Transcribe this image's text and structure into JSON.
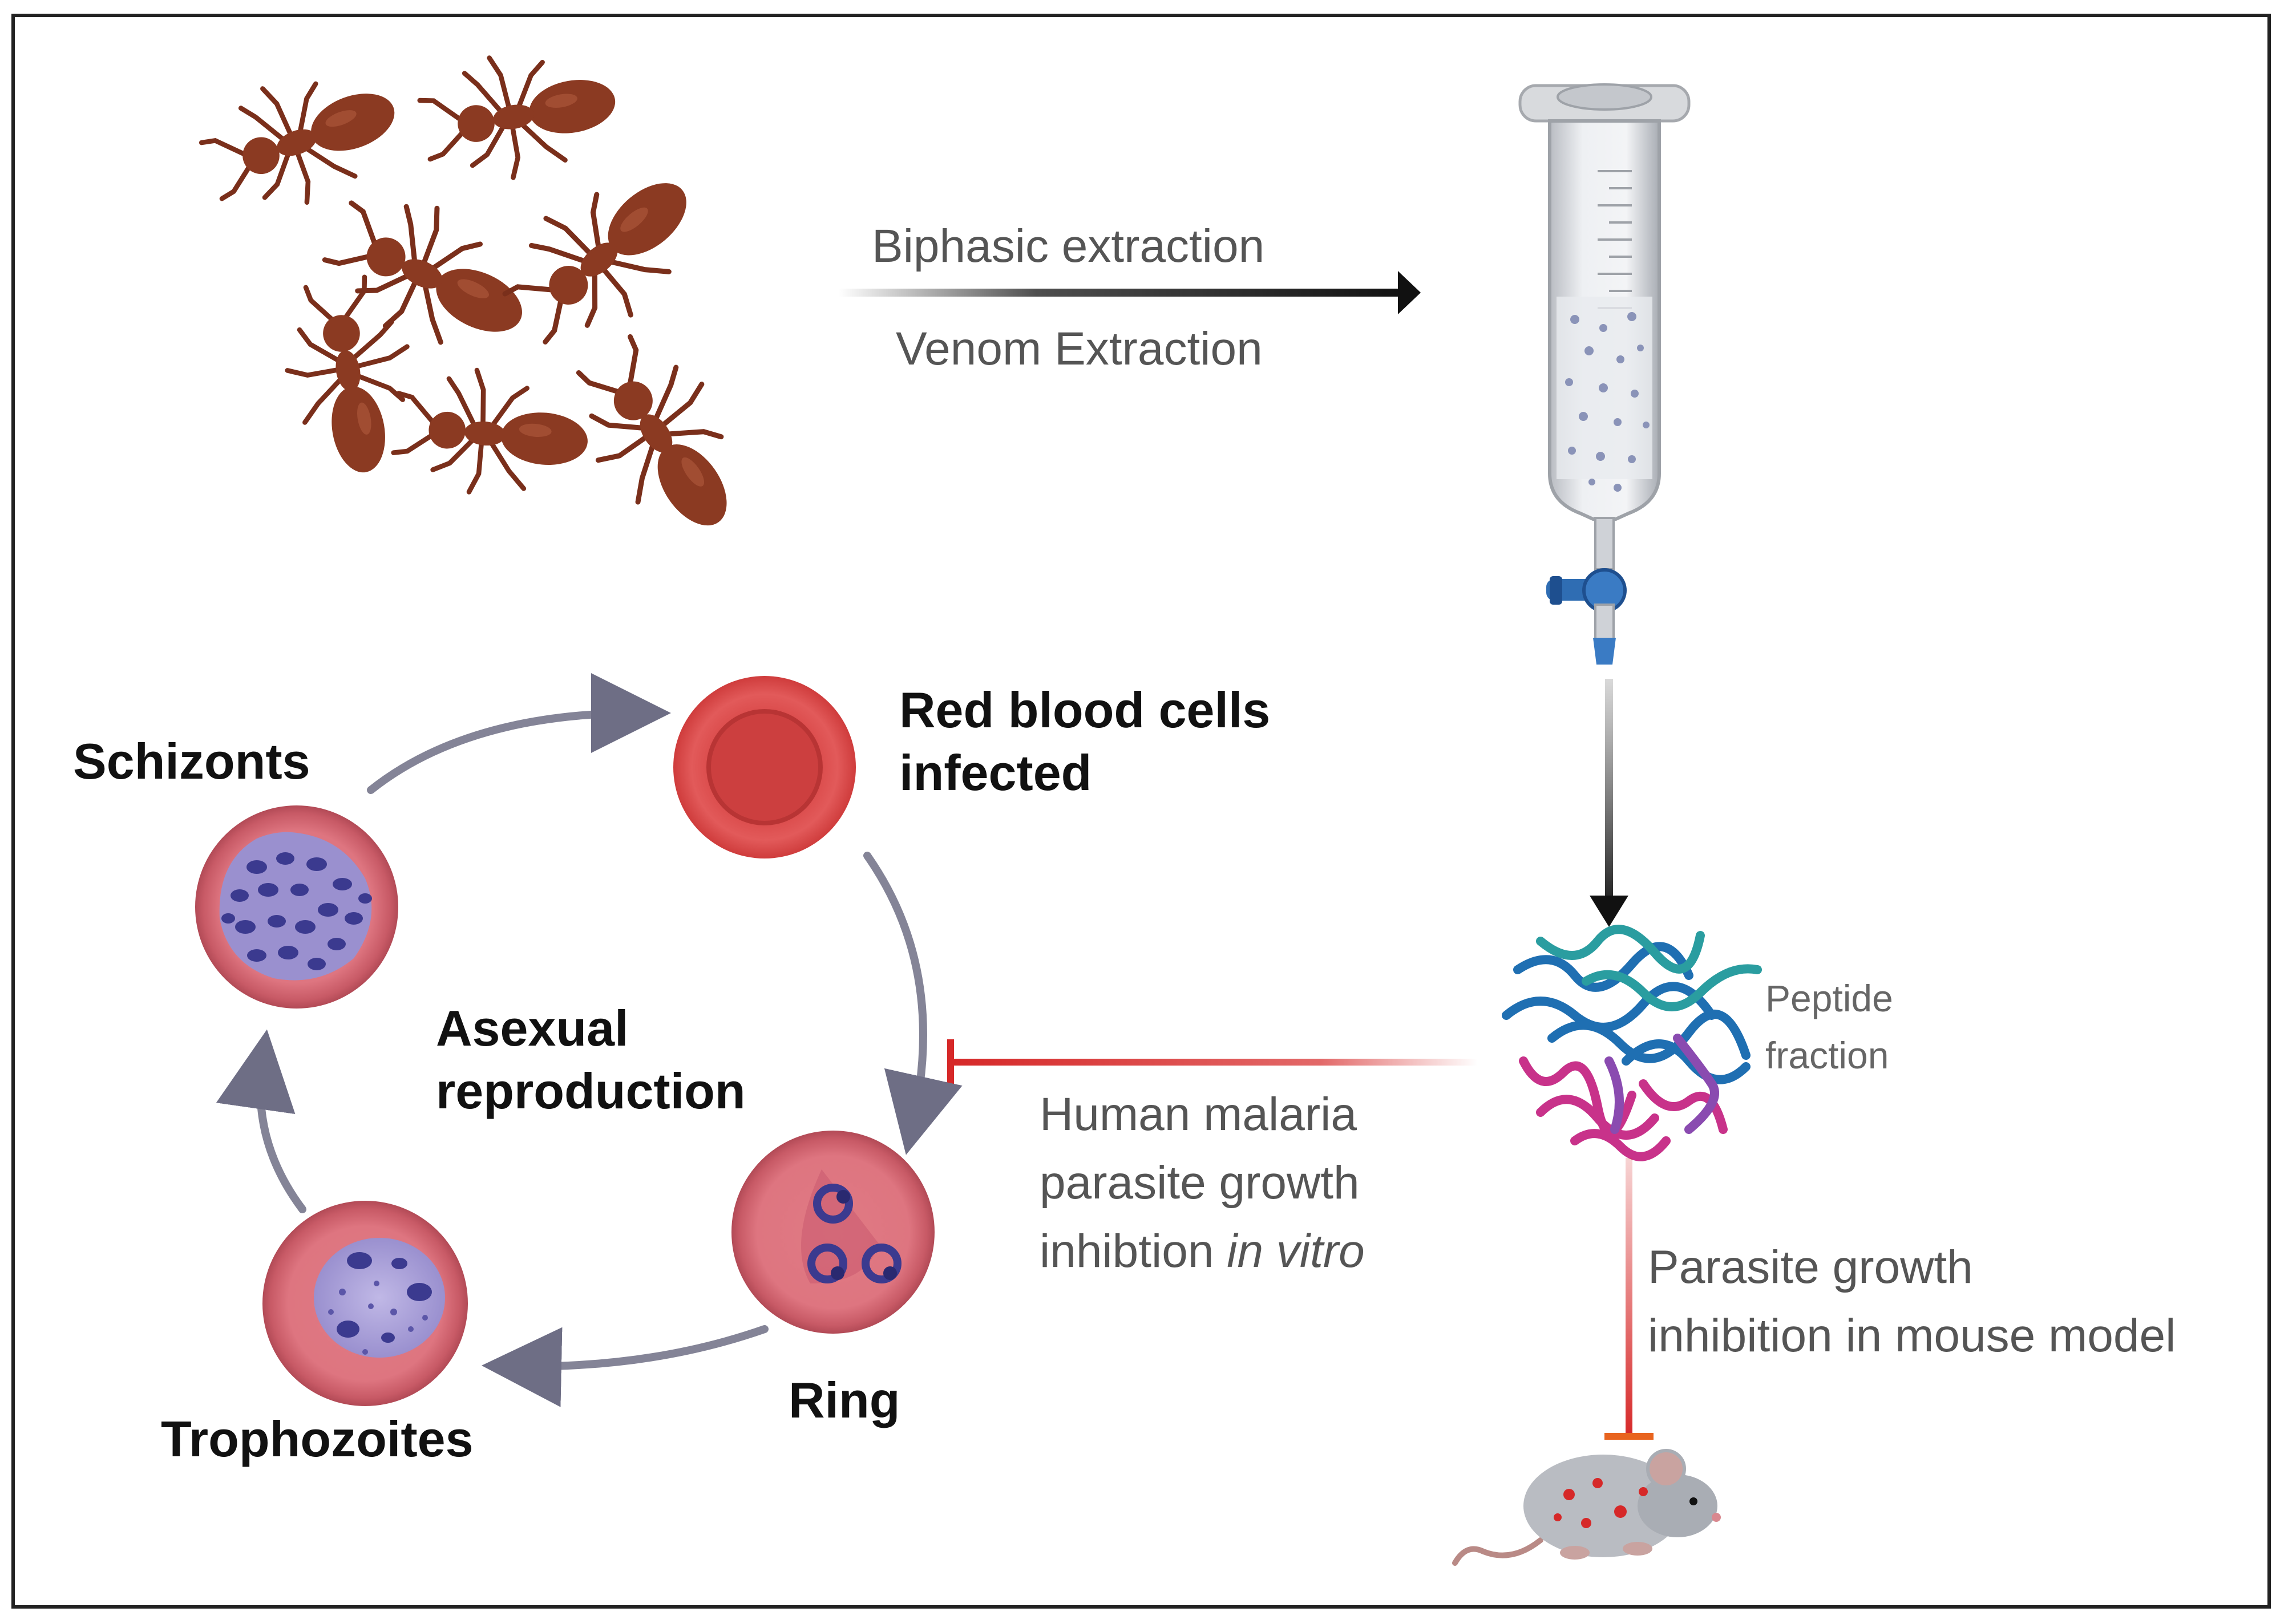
{
  "labels": {
    "biphasic": "Biphasic extraction",
    "venom": "Venom Extraction",
    "rbc_line1": "Red blood cells",
    "rbc_line2": "infected",
    "schizonts": "Schizonts",
    "asexual_line1": "Asexual",
    "asexual_line2": "reproduction",
    "ring": "Ring",
    "trophozoites": "Trophozoites",
    "peptide_line1": "Peptide",
    "peptide_line2": "fraction",
    "invitro_line1": "Human malaria",
    "invitro_line2": "parasite growth",
    "invitro_line3_prefix": "inhibtion ",
    "invitro_line3_italic": "in vitro",
    "mouse_line1": "Parasite growth",
    "mouse_line2": "inhibition in mouse model"
  },
  "colors": {
    "ant": "#8B3A22",
    "rbc": "#D94545",
    "cell_ring": "#E07A80",
    "parasite": "#3B3A8F",
    "inhibition": "#D62828",
    "cycle_arrow": "#6E6E85",
    "peptide_blue": "#1F6FB2",
    "peptide_teal": "#2A9DA0",
    "peptide_magenta": "#C8328A"
  },
  "icons": [
    "ant-icon",
    "chromatography-column-icon",
    "red-blood-cell-icon",
    "peptide-strands-icon",
    "mouse-icon"
  ]
}
